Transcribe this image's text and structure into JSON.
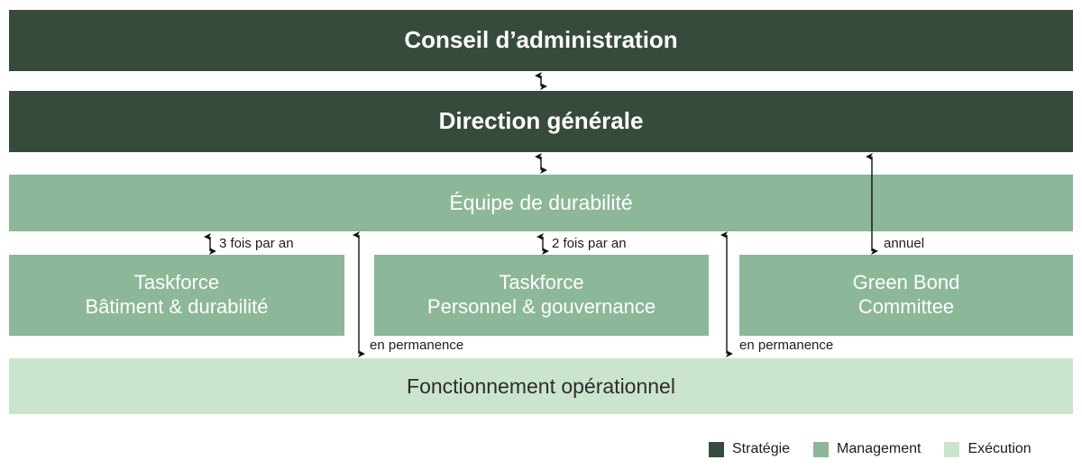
{
  "diagram": {
    "type": "org-hierarchy",
    "levels": [
      {
        "id": "conseil",
        "label": "Conseil d’administration",
        "category": "strategie",
        "color": "#374b3c"
      },
      {
        "id": "direction",
        "label": "Direction générale",
        "category": "strategie",
        "color": "#374b3c"
      },
      {
        "id": "equipe",
        "label": "Équipe de durabilité",
        "category": "management",
        "color": "#8cb798"
      },
      {
        "id": "fonctionnement",
        "label": "Fonctionnement opérationnel",
        "category": "execution",
        "color": "#cbe4ce"
      }
    ],
    "taskforces": [
      {
        "id": "tf-batiment",
        "line1": "Taskforce",
        "line2": "Bâtiment & durabilité",
        "category": "management",
        "color": "#8cb798"
      },
      {
        "id": "tf-personnel",
        "line1": "Taskforce",
        "line2": "Personnel & gouvernance",
        "category": "management",
        "color": "#8cb798"
      },
      {
        "id": "tf-greenbond",
        "line1": "Green Bond",
        "line2": "Committee",
        "category": "management",
        "color": "#8cb798"
      }
    ],
    "connectors": [
      {
        "id": "conn-conseil-direction",
        "label": "",
        "style": "double"
      },
      {
        "id": "conn-direction-equipe",
        "label": "",
        "style": "double"
      },
      {
        "id": "conn-equipe-tf1",
        "label": "3 fois par an",
        "style": "double"
      },
      {
        "id": "conn-equipe-tf2",
        "label": "2 fois par an",
        "style": "double"
      },
      {
        "id": "conn-direction-greenbond",
        "label": "annuel",
        "style": "double"
      },
      {
        "id": "conn-tf1-operation",
        "label": "en permanence",
        "style": "double"
      },
      {
        "id": "conn-tf2-operation",
        "label": "en permanence",
        "style": "double"
      }
    ]
  },
  "legend": {
    "items": [
      {
        "label": "Stratégie",
        "color": "#374b3c",
        "swatch": "sw-strategy"
      },
      {
        "label": "Management",
        "color": "#8cb798",
        "swatch": "sw-management"
      },
      {
        "label": "Exécution",
        "color": "#cbe4ce",
        "swatch": "sw-execution"
      }
    ]
  }
}
